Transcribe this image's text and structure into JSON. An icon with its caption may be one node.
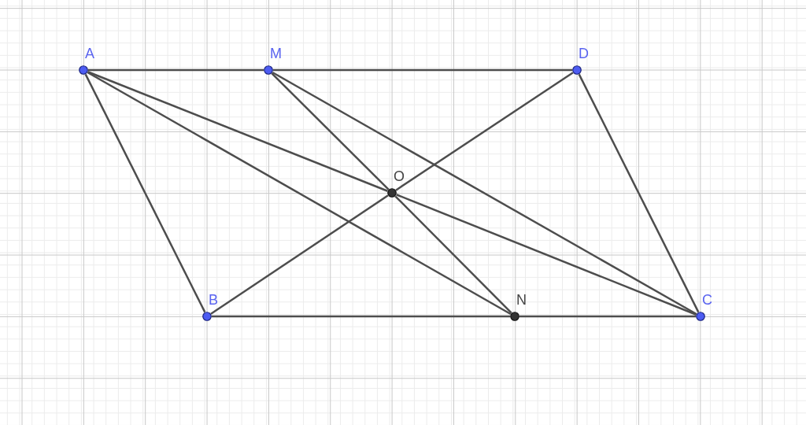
{
  "diagram": {
    "nodes": [
      {
        "text": [
          "A"
        ]
      },
      {
        "text": [
          "M"
        ]
      },
      {
        "text": [
          "D"
        ]
      },
      {
        "text": [
          "O"
        ]
      },
      {
        "text": [
          "B"
        ]
      },
      {
        "text": [
          "N"
        ]
      },
      {
        "text": [
          "C"
        ]
      }
    ],
    "edges": [
      {
        "from": 0,
        "to": 1,
        "arrow": "none"
      },
      {
        "from": 1,
        "to": 2,
        "arrow": "none"
      },
      {
        "from": 2,
        "to": 6,
        "arrow": "none"
      },
      {
        "from": 0,
        "to": 4,
        "arrow": "none"
      },
      {
        "from": 4,
        "to": 5,
        "arrow": "none"
      },
      {
        "from": 5,
        "to": 6,
        "arrow": "none"
      },
      {
        "from": 0,
        "to": 3,
        "arrow": "none"
      },
      {
        "from": 3,
        "to": 6,
        "arrow": "none"
      },
      {
        "from": 4,
        "to": 3,
        "arrow": "none"
      },
      {
        "from": 3,
        "to": 2,
        "arrow": "none"
      },
      {
        "from": 1,
        "to": 3,
        "arrow": "none"
      },
      {
        "from": 3,
        "to": 5,
        "arrow": "none"
      },
      {
        "from": 0,
        "to": 5,
        "arrow": "none"
      },
      {
        "from": 1,
        "to": 6,
        "arrow": "none"
      }
    ]
  }
}
